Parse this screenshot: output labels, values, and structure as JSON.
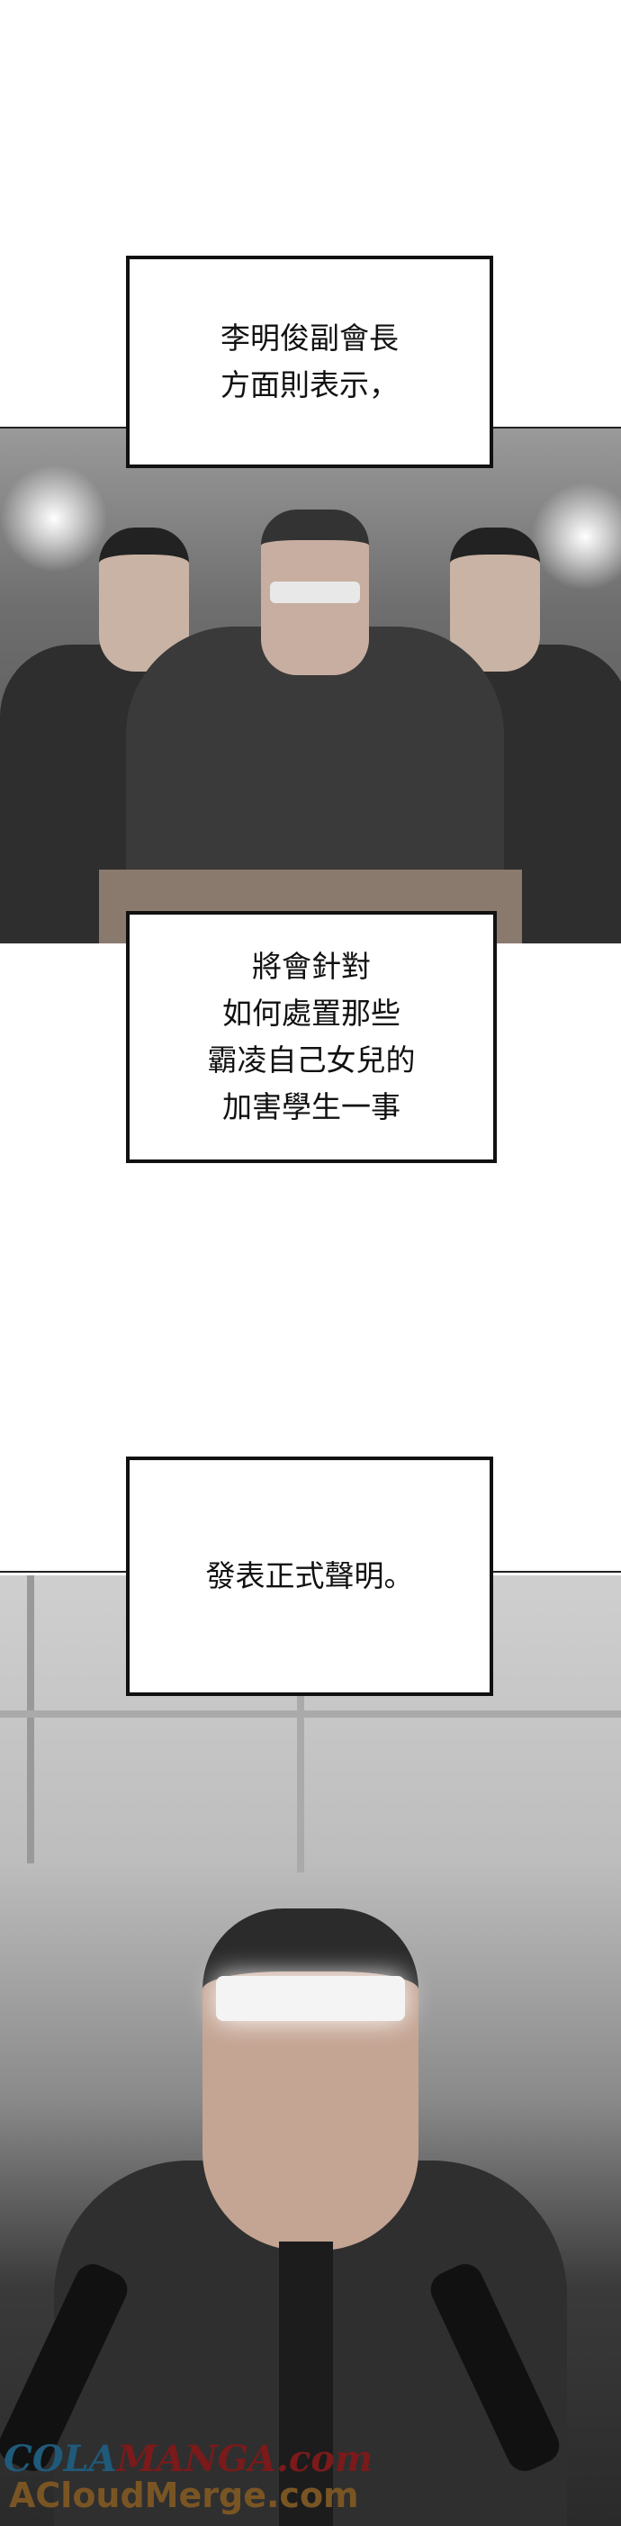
{
  "bubbles": [
    {
      "lines": [
        "李明俊副會長",
        "方面則表示，"
      ]
    },
    {
      "lines": [
        "將會針對",
        "如何處置那些",
        "霸凌自己女兒的",
        "加害學生一事"
      ]
    },
    {
      "lines": [
        "發表正式聲明。"
      ]
    }
  ],
  "watermark": {
    "part1": "COLA",
    "part2": "MANGA",
    "part3": ".com",
    "line2": "ACloudMerge.com"
  }
}
